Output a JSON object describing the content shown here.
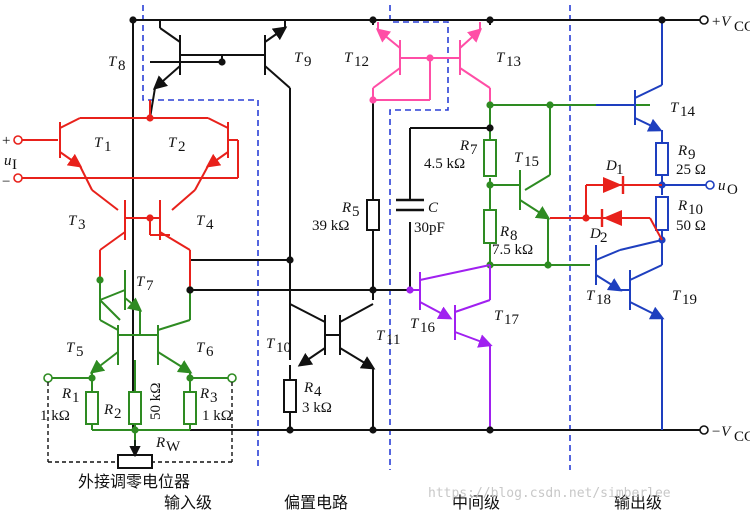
{
  "supply": {
    "vcc_pos": "+V",
    "vcc_neg": "−V",
    "vcc_sub": "CC"
  },
  "input": {
    "plus": "+",
    "minus": "−",
    "u_i": "u",
    "u_i_sub": "I"
  },
  "output": {
    "u_o": "u",
    "u_o_sub": "O"
  },
  "transistors": {
    "t1": "T",
    "t1s": "1",
    "t2": "T",
    "t2s": "2",
    "t3": "T",
    "t3s": "3",
    "t4": "T",
    "t4s": "4",
    "t5": "T",
    "t5s": "5",
    "t6": "T",
    "t6s": "6",
    "t7": "T",
    "t7s": "7",
    "t8": "T",
    "t8s": "8",
    "t9": "T",
    "t9s": "9",
    "t10": "T",
    "t10s": "10",
    "t11": "T",
    "t11s": "11",
    "t12": "T",
    "t12s": "12",
    "t13": "T",
    "t13s": "13",
    "t14": "T",
    "t14s": "14",
    "t15": "T",
    "t15s": "15",
    "t16": "T",
    "t16s": "16",
    "t17": "T",
    "t17s": "17",
    "t18": "T",
    "t18s": "18",
    "t19": "T",
    "t19s": "19"
  },
  "components": {
    "r1": "R",
    "r1s": "1",
    "r1v": "1 kΩ",
    "r2": "R",
    "r2s": "2",
    "r2v": "50 kΩ",
    "r3": "R",
    "r3s": "3",
    "r3v": "1 kΩ",
    "r4": "R",
    "r4s": "4",
    "r4v": "3 kΩ",
    "r5": "R",
    "r5s": "5",
    "r5v": "39 kΩ",
    "r7": "R",
    "r7s": "7",
    "r7v": "4.5 kΩ",
    "r8": "R",
    "r8s": "8",
    "r8v": "7.5 kΩ",
    "r9": "R",
    "r9s": "9",
    "r9v": "25 Ω",
    "r10": "R",
    "r10s": "10",
    "r10v": "50 Ω",
    "rw": "R",
    "rws": "W",
    "c": "C",
    "cv": "30pF",
    "d1": "D",
    "d1s": "1",
    "d2": "D",
    "d2s": "2"
  },
  "sections": {
    "pot": "外接调零电位器",
    "input_stage": "输入级",
    "bias": "偏置电路",
    "middle": "中间级",
    "output_stage": "输出级"
  },
  "watermark": "https://blog.csdn.net/simberlee",
  "colors": {
    "input_stage": "#e8211b",
    "mirror": "#2e8b22",
    "bias_pink": "#ff4ea6",
    "middle": "#a020f0",
    "output": "#1e3fbf",
    "divider": "#2a3fd6",
    "wire": "#111111"
  }
}
